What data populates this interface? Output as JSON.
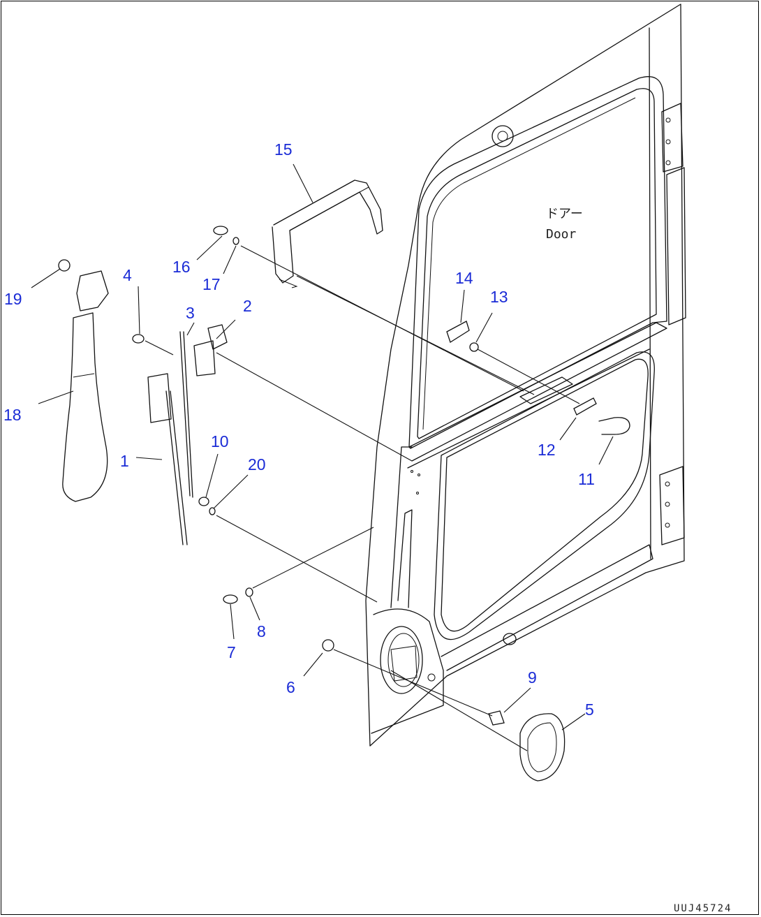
{
  "door_label": {
    "jp": "ドアー",
    "en": "Door"
  },
  "drawing_code": "UUJ45724",
  "callouts": [
    {
      "num": "1",
      "part": "rod"
    },
    {
      "num": "2",
      "part": "lock"
    },
    {
      "num": "3",
      "part": "rod"
    },
    {
      "num": "4",
      "part": "bolt"
    },
    {
      "num": "5",
      "part": "inner-handle"
    },
    {
      "num": "6",
      "part": "bolt"
    },
    {
      "num": "7",
      "part": "bolt"
    },
    {
      "num": "8",
      "part": "washer"
    },
    {
      "num": "9",
      "part": "clip"
    },
    {
      "num": "10",
      "part": "nut"
    },
    {
      "num": "11",
      "part": "u-bolt"
    },
    {
      "num": "12",
      "part": "plate"
    },
    {
      "num": "13",
      "part": "nut"
    },
    {
      "num": "14",
      "part": "catch"
    },
    {
      "num": "15",
      "part": "handle-bar"
    },
    {
      "num": "16",
      "part": "bolt"
    },
    {
      "num": "17",
      "part": "washer"
    },
    {
      "num": "18",
      "part": "cover"
    },
    {
      "num": "19",
      "part": "clip"
    },
    {
      "num": "20",
      "part": "washer"
    }
  ]
}
